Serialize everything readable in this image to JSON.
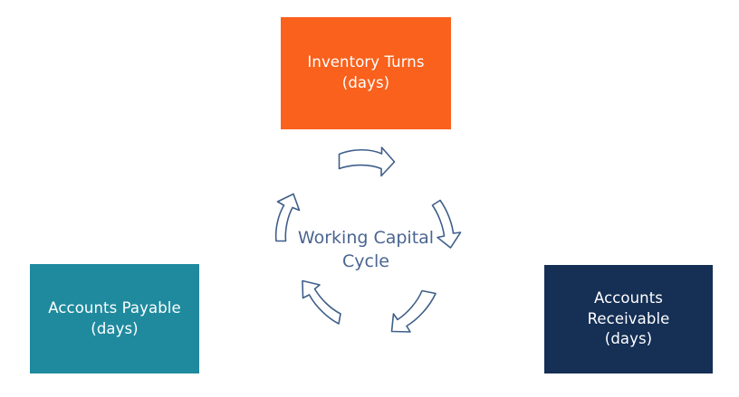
{
  "diagram": {
    "type": "cycle-diagram",
    "title": "Working Capital Cycle",
    "background_color": "#ffffff",
    "center": {
      "label": "Working Capital\nCycle",
      "text_color": "#4a6590"
    },
    "nodes": [
      {
        "id": "inventory-turns",
        "label": "Inventory Turns\n(days)",
        "color": "#f9611c",
        "text_color": "#ffffff",
        "position": "top-center"
      },
      {
        "id": "accounts-payable",
        "label": "Accounts Payable\n(days)",
        "color": "#1f8a9e",
        "text_color": "#ffffff",
        "position": "bottom-left"
      },
      {
        "id": "accounts-receivable",
        "label": "Accounts\nReceivable\n(days)",
        "color": "#152f55",
        "text_color": "#ffffff",
        "position": "bottom-right"
      }
    ],
    "arrows": {
      "color": "#3e5f8a",
      "fill": "#ffffff",
      "count": 5,
      "direction": "clockwise",
      "items": [
        {
          "name": "arrow-top-right",
          "direction": "right"
        },
        {
          "name": "arrow-right-down",
          "direction": "down"
        },
        {
          "name": "arrow-bottom-right",
          "direction": "down-left"
        },
        {
          "name": "arrow-bottom-left",
          "direction": "up-left"
        },
        {
          "name": "arrow-left-up",
          "direction": "up"
        }
      ]
    }
  }
}
